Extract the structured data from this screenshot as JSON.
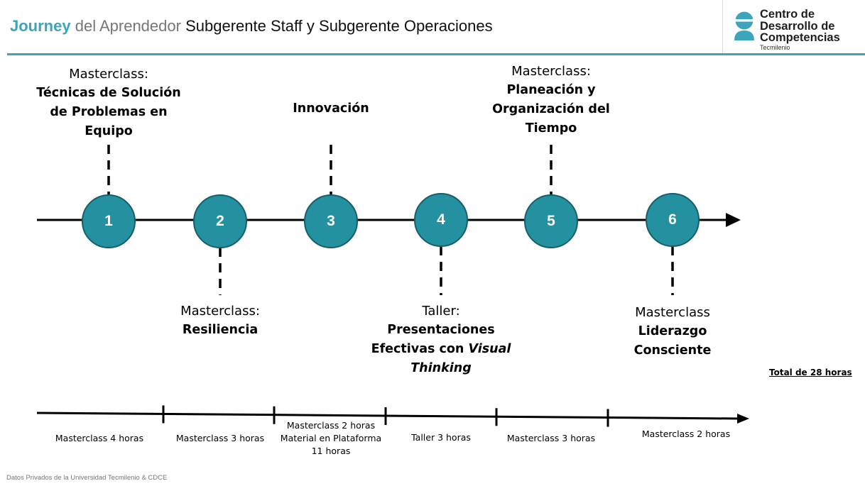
{
  "header": {
    "title_highlight": "Journey",
    "title_mid": "del Aprendedor",
    "title_rest": "Subgerente Staff y Subgerente Operaciones",
    "accent_color": "#3aa5bb"
  },
  "logo": {
    "line1": "Centro de",
    "line2": "Desarrollo de",
    "line3": "Competencias",
    "sub": "Tecmilenio",
    "mark_icon": "person-circle-logo-icon"
  },
  "colors": {
    "node_fill": "#23919f",
    "node_stroke": "#175e69",
    "line": "#000000"
  },
  "nodes": [
    {
      "number": "1",
      "kind": "Masterclass:",
      "name_lines": [
        "Técnicas de Solución",
        "de Problemas en",
        "Equipo"
      ],
      "position": "above"
    },
    {
      "number": "2",
      "kind": "Masterclass:",
      "name_lines": [
        "Resiliencia"
      ],
      "position": "below"
    },
    {
      "number": "3",
      "kind": "",
      "name_lines": [
        "Innovación"
      ],
      "position": "above"
    },
    {
      "number": "4",
      "kind": "Taller:",
      "name_lines": [
        "Presentaciones",
        "Efectivas con",
        "Visual",
        "Thinking"
      ],
      "position": "below"
    },
    {
      "number": "5",
      "kind": "Masterclass:",
      "name_lines": [
        "Planeación y",
        "Organización del",
        "Tiempo"
      ],
      "position": "above"
    },
    {
      "number": "6",
      "kind": "Masterclass",
      "name_lines": [
        "Liderazgo",
        "Consciente"
      ],
      "position": "below"
    }
  ],
  "durations": [
    {
      "lines": [
        "Masterclass 4 horas"
      ]
    },
    {
      "lines": [
        "Masterclass 3 horas"
      ]
    },
    {
      "lines": [
        "Masterclass 2 horas",
        "Material en Plataforma",
        "11 horas"
      ]
    },
    {
      "lines": [
        "Taller 3 horas"
      ]
    },
    {
      "lines": [
        "Masterclass 3 horas"
      ]
    },
    {
      "lines": [
        "Masterclass 2 horas"
      ]
    }
  ],
  "total": "Total de 28 horas",
  "footer": "Datos Privados de la Universidad Tecmilenio & CDCE"
}
